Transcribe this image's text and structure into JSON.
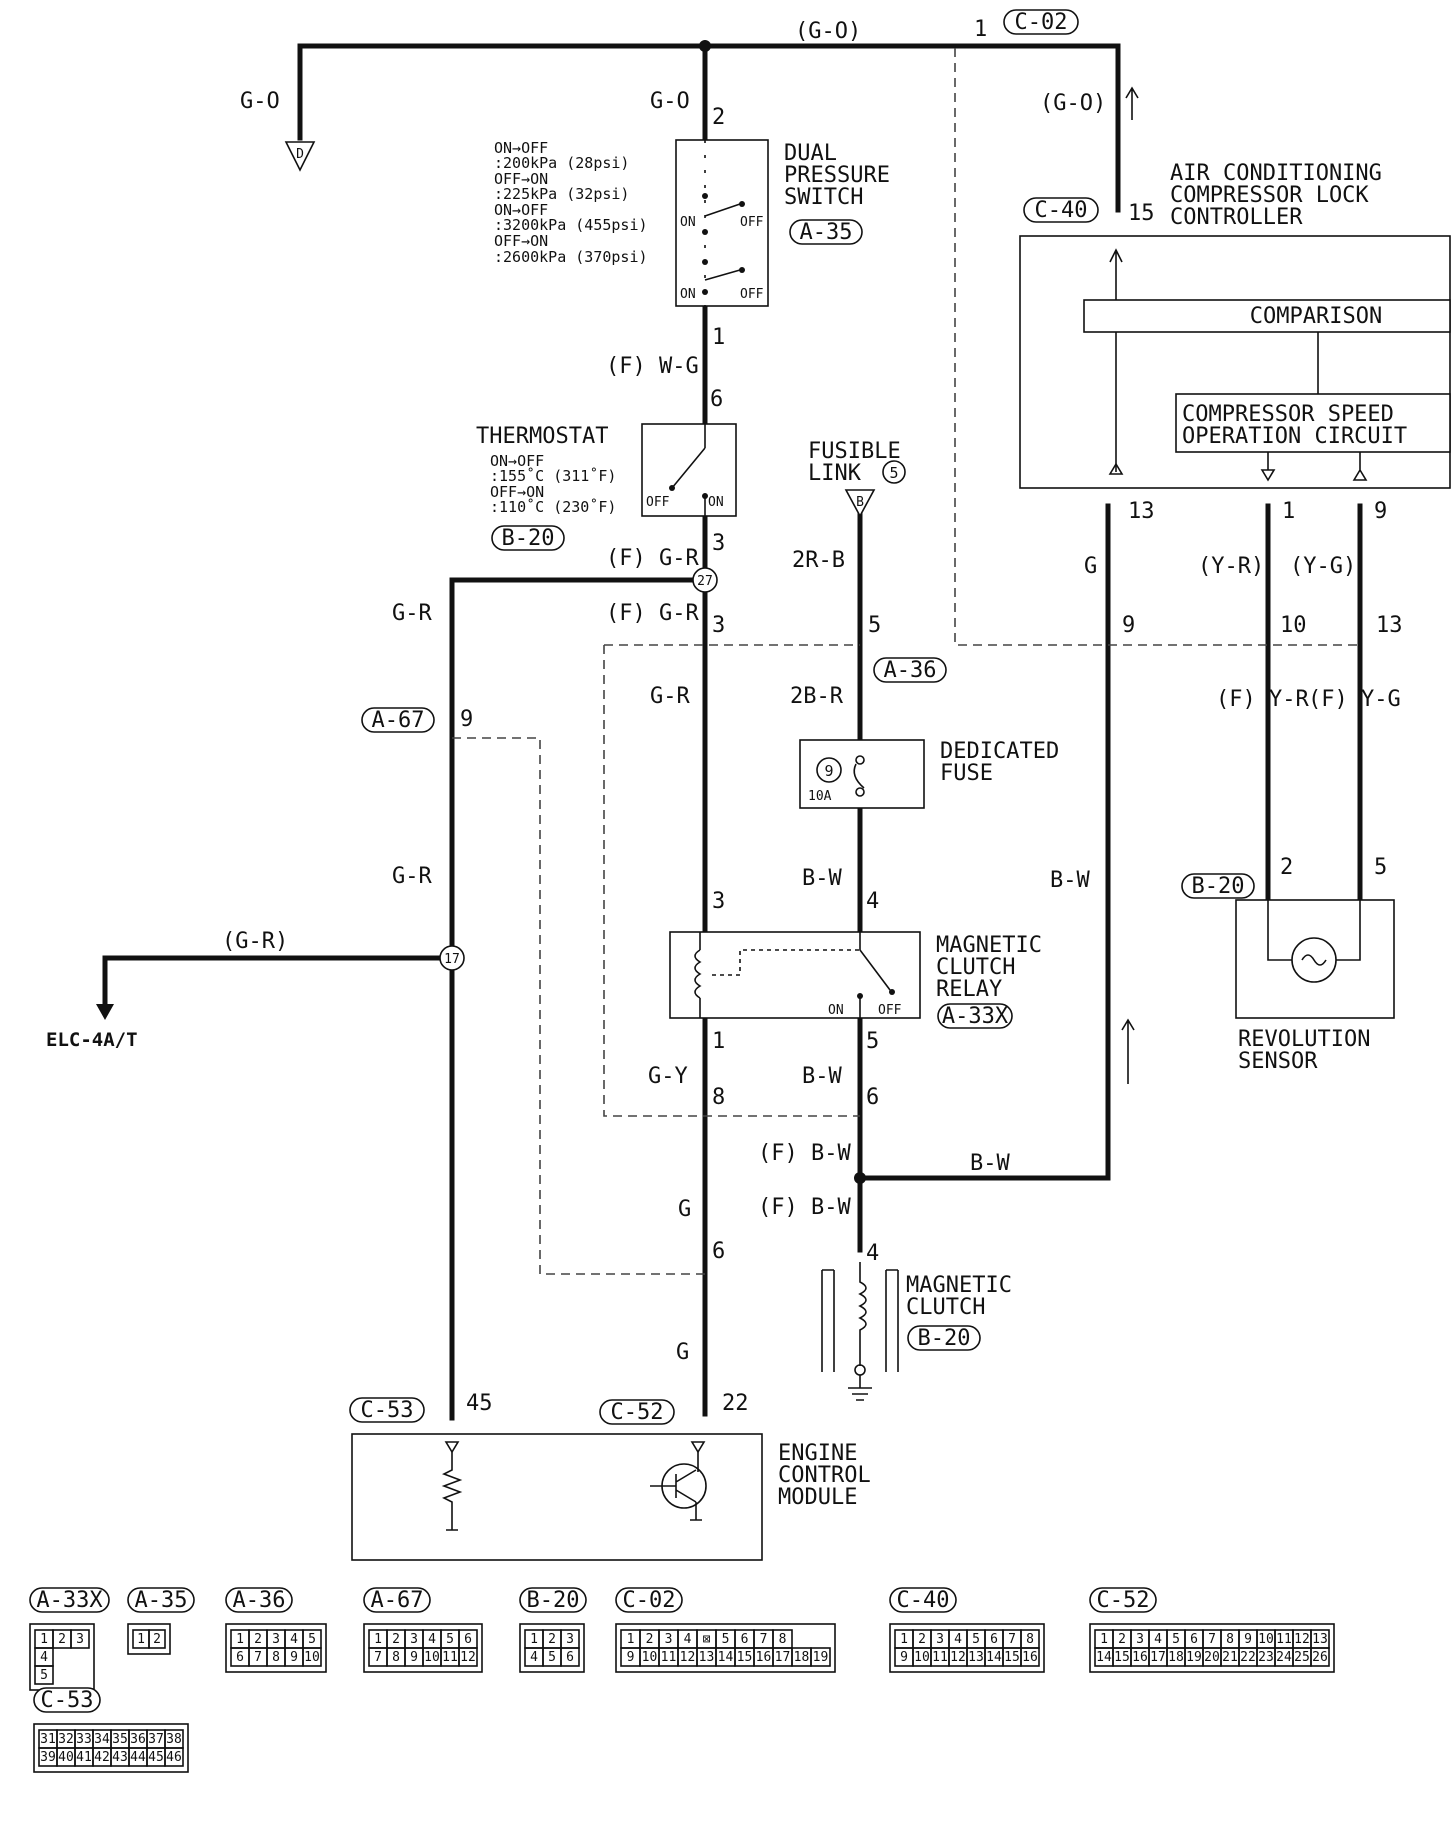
{
  "wires": {
    "top_main": "(G-O)",
    "left_go": "G-O",
    "pressure_in": "G-O",
    "controller_in": "(G-O)",
    "pressure_out": "(F) W-G",
    "thermo_out": "(F) G-R",
    "after_j27": "(F) G-R",
    "relay_in": "G-R",
    "left_gr_upper": "G-R",
    "left_gr_lower": "G-R",
    "elc_branch": "(G-R)",
    "fusible_out": "2R-B",
    "fuse_in": "2B-R",
    "fuse_out": "B-W",
    "relay_coil_out": "G-Y",
    "relay_contact_out": "B-W",
    "g_mid": "G",
    "g_lower": "G",
    "fbw_1": "(F) B-W",
    "fbw_2": "(F) B-W",
    "bw_horizontal": "B-W",
    "g_controller": "G",
    "bw_vertical": "B-W",
    "yr": "(Y-R)",
    "yg": "(Y-G)",
    "fyr": "(F)\nY-R",
    "fyg": "(F)\nY-G"
  },
  "pins": {
    "c02_1": "1",
    "ps_2": "2",
    "ps_1": "1",
    "th_6": "6",
    "th_3": "3",
    "j27_3": "3",
    "a36_5": "5",
    "a67_9": "9",
    "relay_3": "3",
    "relay_4": "4",
    "relay_1": "1",
    "relay_5": "5",
    "wire_8": "8",
    "wire_6": "6",
    "wire_6b": "6",
    "clutch_4": "4",
    "c53_45": "45",
    "c52_22": "22",
    "c40_15": "15",
    "c40_13": "13",
    "c40_1": "1",
    "c40_9": "9",
    "c_9": "9",
    "c_10": "10",
    "c_13": "13",
    "rev_2": "2",
    "rev_5": "5"
  },
  "junctions": {
    "j27": "27",
    "j17": "17"
  },
  "components": {
    "ground_d": "D",
    "fusible_letter": "B",
    "dual_pressure": [
      "DUAL",
      "PRESSURE",
      "SWITCH"
    ],
    "dual_pressure_conn": "A-35",
    "dp_spec": [
      "ON→OFF",
      ":200kPa (28psi)",
      "OFF→ON",
      ":225kPa (32psi)",
      "ON→OFF",
      ":3200kPa (455psi)",
      "OFF→ON",
      ":2600kPa (370psi)"
    ],
    "on": "ON",
    "off": "OFF",
    "thermostat": "THERMOSTAT",
    "thermo_spec": [
      "ON→OFF",
      ":155˚C (311˚F)",
      "OFF→ON",
      ":110˚C (230˚F)"
    ],
    "thermo_conn": "B-20",
    "fusible_link": [
      "FUSIBLE",
      "LINK"
    ],
    "fusible_num": "5",
    "a36": "A-36",
    "a67": "A-67",
    "dedicated_fuse": [
      "DEDICATED",
      "FUSE"
    ],
    "fuse_num": "9",
    "fuse_rating": "10A",
    "relay": [
      "MAGNETIC",
      "CLUTCH",
      "RELAY"
    ],
    "relay_conn": "A-33X",
    "clutch": [
      "MAGNETIC",
      "CLUTCH"
    ],
    "clutch_conn": "B-20",
    "elc": "ELC-4A/T",
    "ecm": [
      "ENGINE",
      "CONTROL",
      "MODULE"
    ],
    "c53": "C-53",
    "c52": "C-52",
    "controller": [
      "AIR CONDITIONING",
      "COMPRESSOR LOCK",
      "CONTROLLER"
    ],
    "c40": "C-40",
    "c02": "C-02",
    "comparison": "COMPARISON",
    "speed_circuit": [
      "COMPRESSOR SPEED",
      "OPERATION CIRCUIT"
    ],
    "rev_conn": "B-20",
    "rev_sensor": [
      "REVOLUTION",
      "SENSOR"
    ]
  },
  "connectors": [
    {
      "label": "A-33X",
      "rows": [
        [
          "1",
          "2",
          "3"
        ],
        [
          "4"
        ],
        [
          "5"
        ]
      ]
    },
    {
      "label": "A-35",
      "rows": [
        [
          "1",
          "2"
        ]
      ]
    },
    {
      "label": "A-36",
      "rows": [
        [
          "1",
          "2",
          "3",
          "4",
          "5"
        ],
        [
          "6",
          "7",
          "8",
          "9",
          "10"
        ]
      ]
    },
    {
      "label": "A-67",
      "rows": [
        [
          "1",
          "2",
          "3",
          "4",
          "5",
          "6"
        ],
        [
          "7",
          "8",
          "9",
          "10",
          "11",
          "12"
        ]
      ]
    },
    {
      "label": "B-20",
      "rows": [
        [
          "1",
          "2",
          "3"
        ],
        [
          "4",
          "5",
          "6"
        ]
      ]
    },
    {
      "label": "C-02",
      "rows": [
        [
          "1",
          "2",
          "3",
          "4",
          "⊠",
          "5",
          "6",
          "7",
          "8"
        ],
        [
          "9",
          "10",
          "11",
          "12",
          "13",
          "14",
          "15",
          "16",
          "17",
          "18",
          "19"
        ]
      ]
    },
    {
      "label": "C-40",
      "rows": [
        [
          "1",
          "2",
          "3",
          "4",
          "5",
          "6",
          "7",
          "8"
        ],
        [
          "9",
          "10",
          "11",
          "12",
          "13",
          "14",
          "15",
          "16"
        ]
      ]
    },
    {
      "label": "C-52",
      "rows": [
        [
          "1",
          "2",
          "3",
          "4",
          "5",
          "6",
          "7",
          "8",
          "9",
          "10",
          "11",
          "12",
          "13"
        ],
        [
          "14",
          "15",
          "16",
          "17",
          "18",
          "19",
          "20",
          "21",
          "22",
          "23",
          "24",
          "25",
          "26"
        ]
      ]
    },
    {
      "label": "C-53",
      "rows": [
        [
          "31",
          "32",
          "33",
          "34",
          "35",
          "36",
          "37",
          "38"
        ],
        [
          "39",
          "40",
          "41",
          "42",
          "43",
          "44",
          "45",
          "46"
        ]
      ]
    }
  ]
}
